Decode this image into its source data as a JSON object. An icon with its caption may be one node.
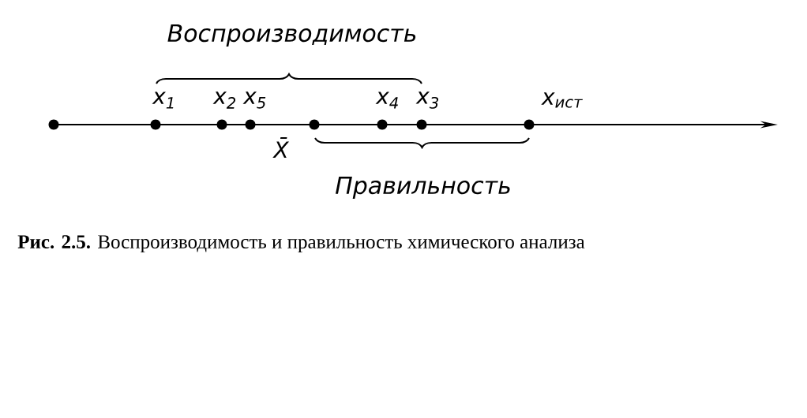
{
  "diagram": {
    "caption": "**Рис. 2.5.** Воспроизводимость и правильность химического анализа",
    "labels": [
      "Воспроизводимость",
      "x$_{1}$",
      "x$_{2}$",
      "x$_{5}$",
      "x$_{4}$",
      "x$_{3}$",
      "x$_{ист}$",
      "X̄",
      "Правильность"
    ]
  }
}
